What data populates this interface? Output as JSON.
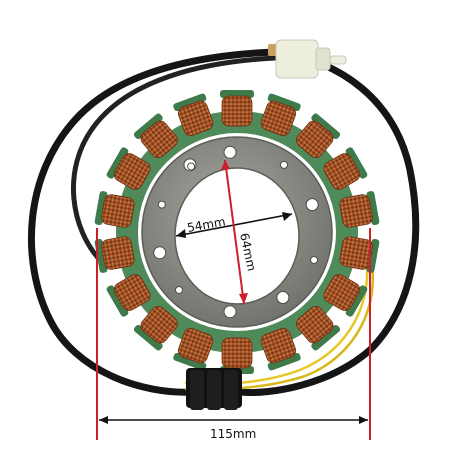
{
  "dimensions": {
    "inner_width": "54mm",
    "inner_height": "64mm",
    "outer_width": "115mm"
  },
  "colors": {
    "background": "#ffffff",
    "copper": "#b8612f",
    "copper_dark": "#7a3514",
    "insulation_green": "#4f8a5a",
    "steel_plate": "#8d8e86",
    "cable_black": "#151515",
    "wire_yellow": "#e8c826",
    "connector_white": "#eeeede",
    "marker_red": "#cc1f2a"
  },
  "product": {
    "coil_count": 18
  }
}
